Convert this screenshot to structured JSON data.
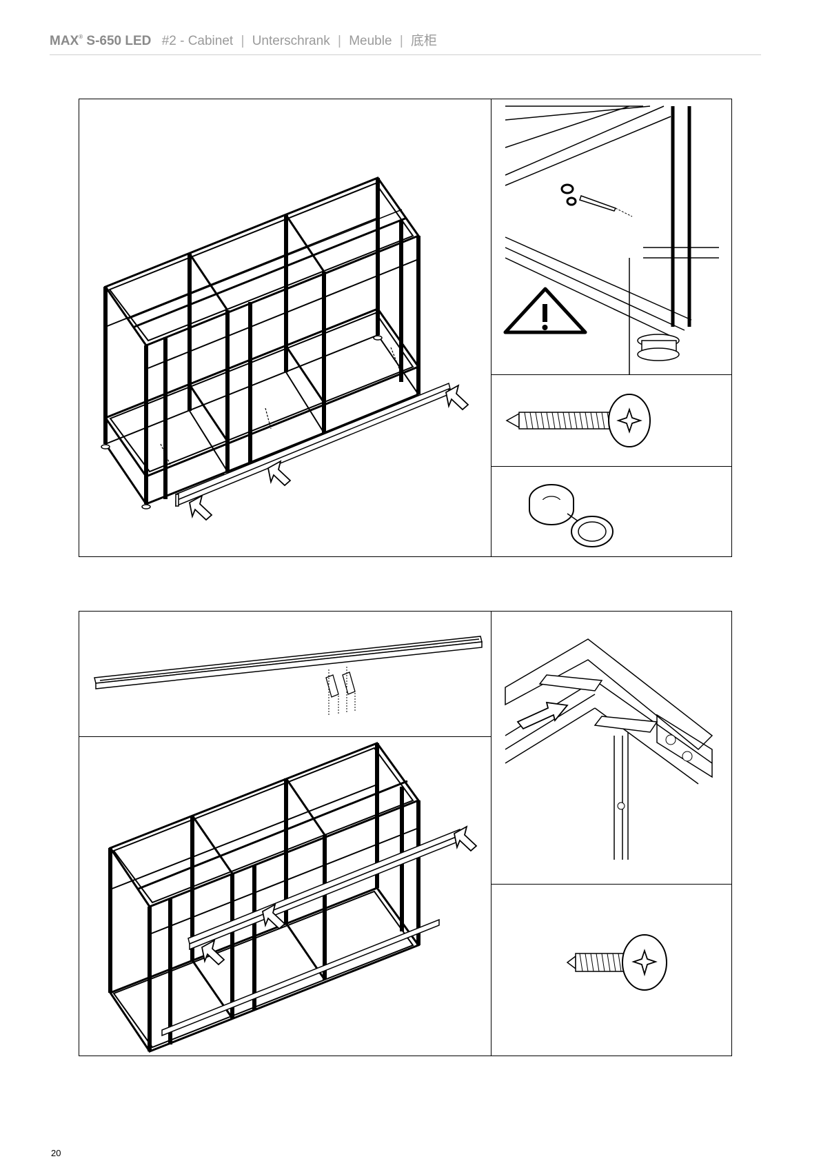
{
  "header": {
    "brand": "MAX",
    "registered": "®",
    "model": "S-650 LED",
    "step": "#2 - Cabinet",
    "sections": [
      "Unterschrank",
      "Meuble",
      "底柜"
    ]
  },
  "figures": {
    "step_a": {
      "warning_icon": "warning-triangle-icon",
      "arrow_icon": "outline-arrow-icon"
    },
    "step_b": {
      "arrow_icon": "outline-arrow-icon"
    }
  },
  "page_number": "20"
}
